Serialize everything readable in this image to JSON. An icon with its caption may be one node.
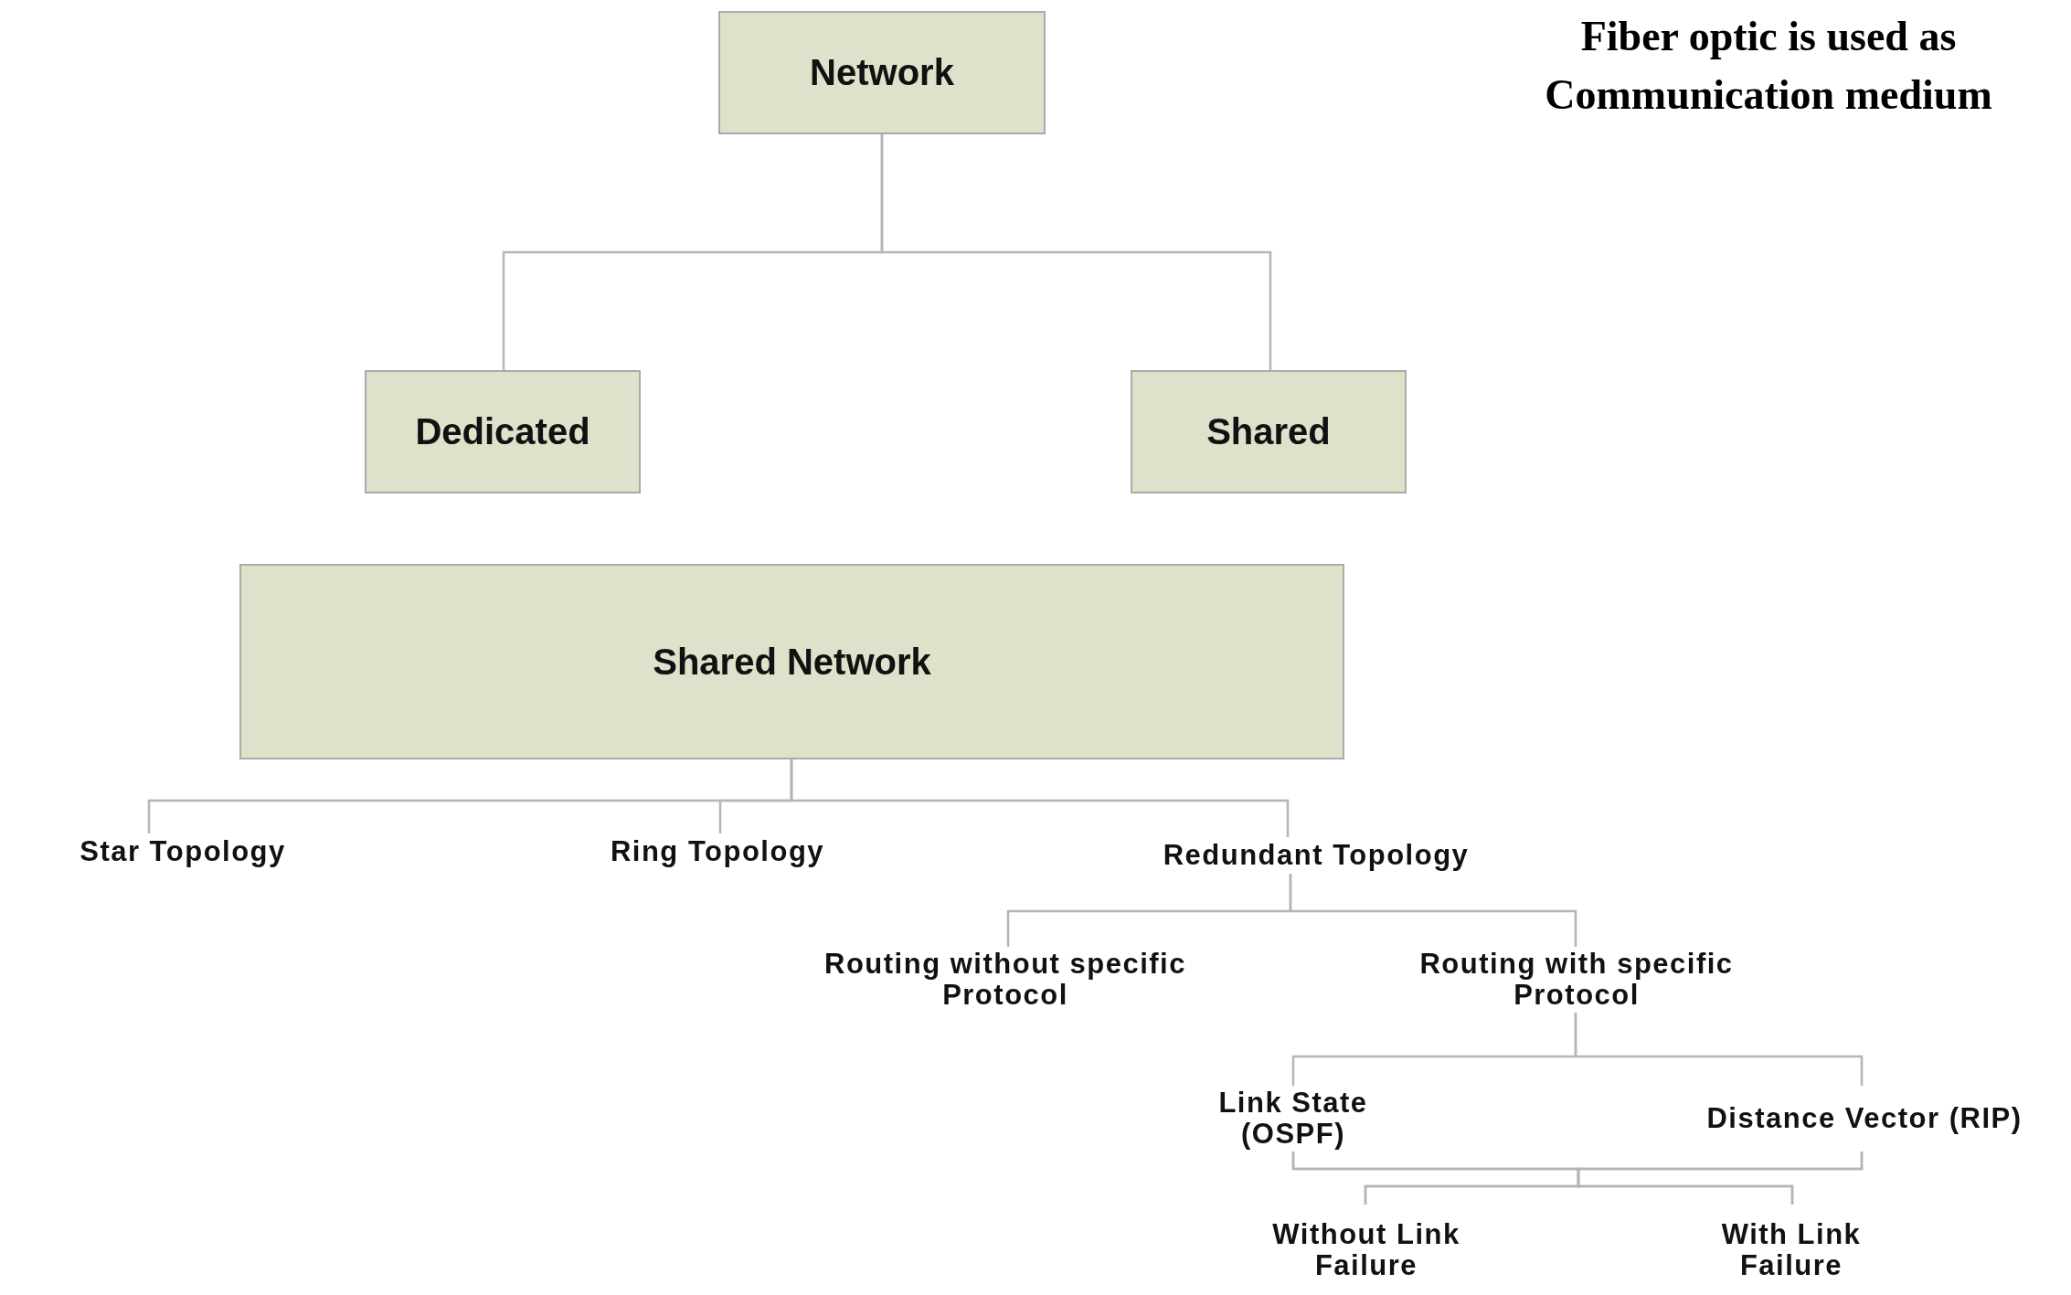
{
  "diagram": {
    "nodes": [
      {
        "text": [
          "Network"
        ]
      },
      {
        "text": [
          "Dedicated"
        ]
      },
      {
        "text": [
          "Shared"
        ]
      },
      {
        "text": [
          "Shared Network"
        ]
      },
      {
        "text": [
          "Star Topology"
        ]
      },
      {
        "text": [
          "Ring Topology"
        ]
      },
      {
        "text": [
          "Redundant Topology"
        ]
      },
      {
        "text": [
          "Routing without specific Protocol"
        ]
      },
      {
        "text": [
          "Routing with specific Protocol"
        ]
      },
      {
        "text": [
          "Link State (OSPF)"
        ]
      },
      {
        "text": [
          "Distance Vector (RIP)"
        ]
      },
      {
        "text": [
          "Without Link Failure"
        ]
      },
      {
        "text": [
          "With Link Failure"
        ]
      }
    ],
    "edges": [
      {
        "from": 0,
        "to": 1,
        "arrow": "none"
      },
      {
        "from": 0,
        "to": 2,
        "arrow": "none"
      },
      {
        "from": 3,
        "to": 4,
        "arrow": "none"
      },
      {
        "from": 3,
        "to": 5,
        "arrow": "none"
      },
      {
        "from": 3,
        "to": 6,
        "arrow": "none"
      },
      {
        "from": 6,
        "to": 7,
        "arrow": "none"
      },
      {
        "from": 6,
        "to": 8,
        "arrow": "none"
      },
      {
        "from": 8,
        "to": 9,
        "arrow": "none"
      },
      {
        "from": 8,
        "to": 10,
        "arrow": "none"
      },
      {
        "from": 9,
        "to": 11,
        "arrow": "none"
      },
      {
        "from": 9,
        "to": 12,
        "arrow": "none"
      },
      {
        "from": 10,
        "to": 11,
        "arrow": "none"
      },
      {
        "from": 10,
        "to": 12,
        "arrow": "none"
      }
    ],
    "labels": [
      "Fiber optic is used as Communication medium"
    ]
  }
}
